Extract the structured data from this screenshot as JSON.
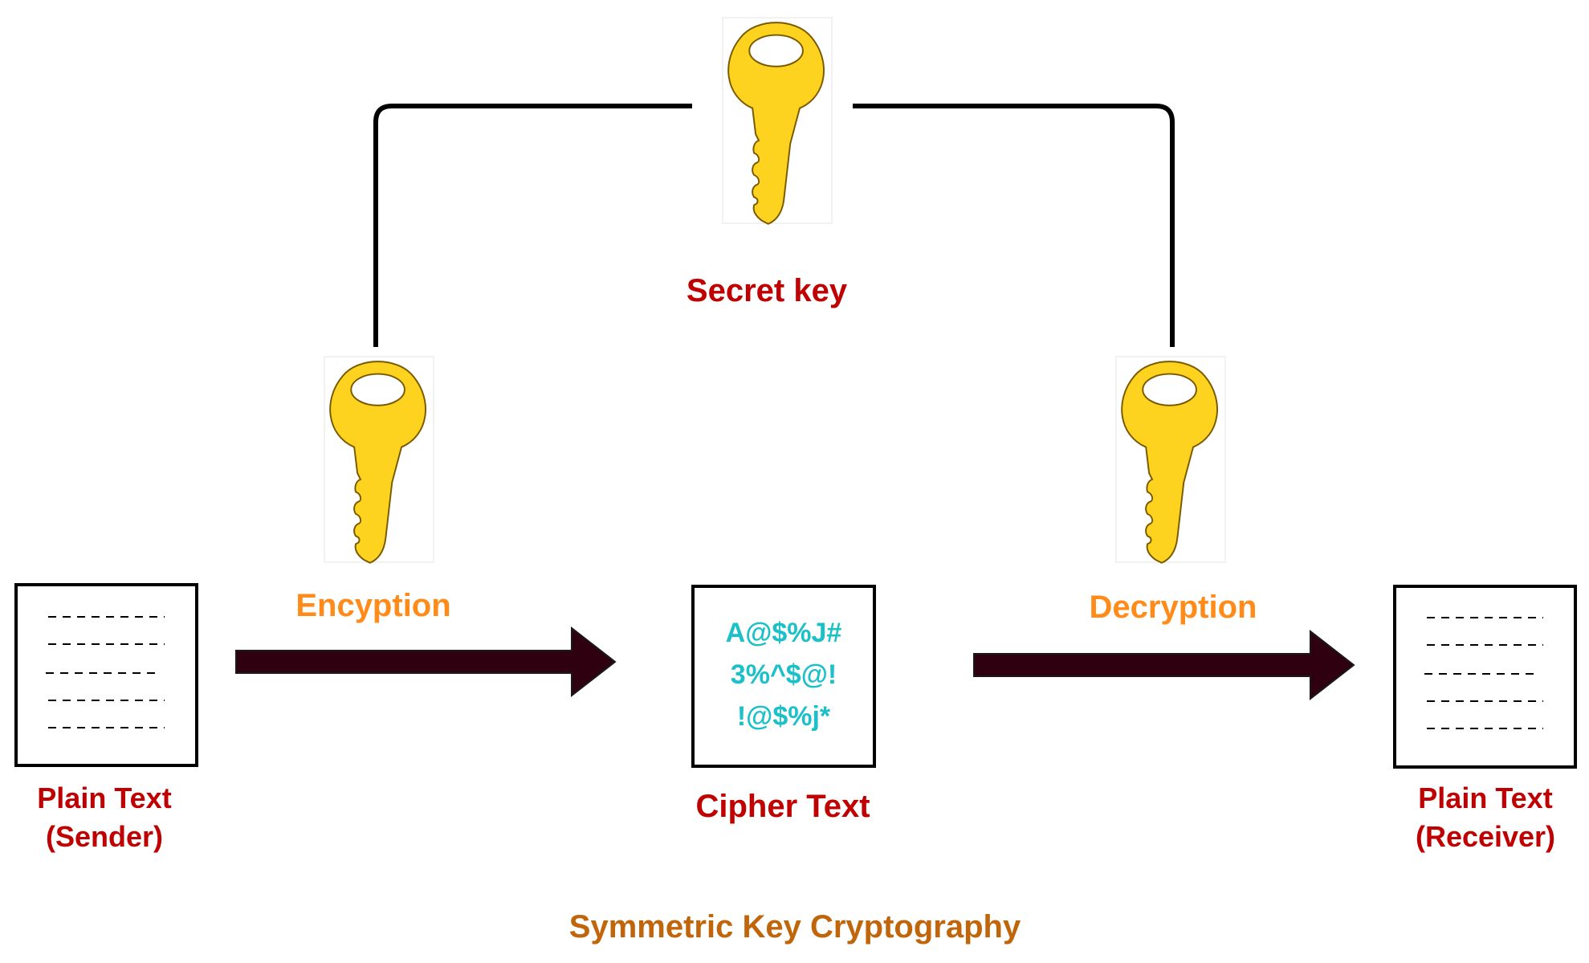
{
  "diagram": {
    "caption": "Symmetric Key Cryptography",
    "secret_key_label": "Secret key",
    "encryption_label": "Encyption",
    "decryption_label": "Decryption",
    "sender": {
      "line1": "Plain Text",
      "line2": "(Sender)"
    },
    "receiver": {
      "line1": "Plain Text",
      "line2": "(Receiver)"
    },
    "cipher": {
      "label": "Cipher Text",
      "lines": [
        "A@$%J#",
        "3%^$@!",
        "!@$%j*"
      ]
    }
  },
  "colors": {
    "label_red": "#c00000",
    "label_orange": "#ff8c1a",
    "caption": "#c0650a",
    "cipher_text": "#1cc0c8",
    "key_fill": "#fdd31f",
    "arrow_fill": "#2e0010"
  },
  "icons": [
    "key-icon",
    "document-icon",
    "arrow-right-icon"
  ]
}
